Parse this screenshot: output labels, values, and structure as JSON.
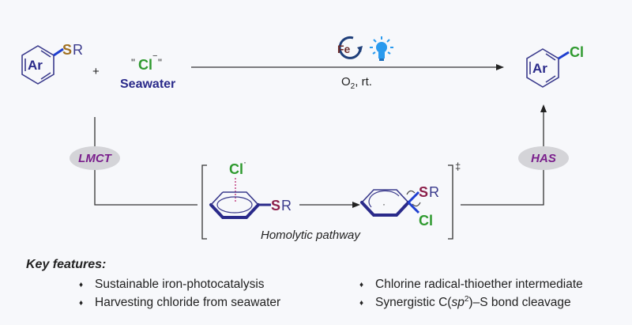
{
  "reactant": {
    "ring_label": "Ar",
    "substituent_s": "S",
    "substituent_r": "R"
  },
  "plus": "+",
  "chloride": {
    "quote_open": "\"",
    "symbol": "Cl",
    "charge": "−",
    "quote_close": "\"",
    "source": "Seawater"
  },
  "conditions": {
    "catalyst": "Fe",
    "reagent_o": "O",
    "reagent_sub": "2",
    "reagent_rest": ", rt."
  },
  "product": {
    "ring_label": "Ar",
    "substituent": "Cl"
  },
  "mechanism": {
    "step1_label": "LMCT",
    "step2_label": "HAS",
    "pathway_label": "Homolytic pathway",
    "ts_symbol": "‡",
    "intermediate1": {
      "cl": "Cl",
      "radical_dot": "·",
      "s": "S",
      "r": "R"
    },
    "intermediate2": {
      "s": "S",
      "r": "R",
      "cl": "Cl",
      "radical_dot": "·"
    }
  },
  "features": {
    "title": "Key features:",
    "bullet": "♦",
    "items": [
      "Sustainable iron-photocatalysis",
      "Harvesting chloride from seawater",
      "Chlorine radical-thioether intermediate",
      "Synergistic C(sp²)–S bond cleavage"
    ],
    "item4_parts": {
      "pre": "Synergistic C(",
      "italic": "sp",
      "sup": "2",
      "post": ")–S bond cleavage"
    }
  },
  "colors": {
    "ring": "#3a3a8c",
    "sulfur_reactant": "#a07020",
    "sulfur_mechanism": "#8c1f4a",
    "chlorine": "#2f9a2f",
    "seawater": "#2a2a8a",
    "oval_fill": "#d4d4d8",
    "oval_text": "#7a1f8c",
    "fe_ring": "#1f3f7a",
    "fe_text": "#6a2a2a",
    "bulb": "#2a9aee"
  }
}
